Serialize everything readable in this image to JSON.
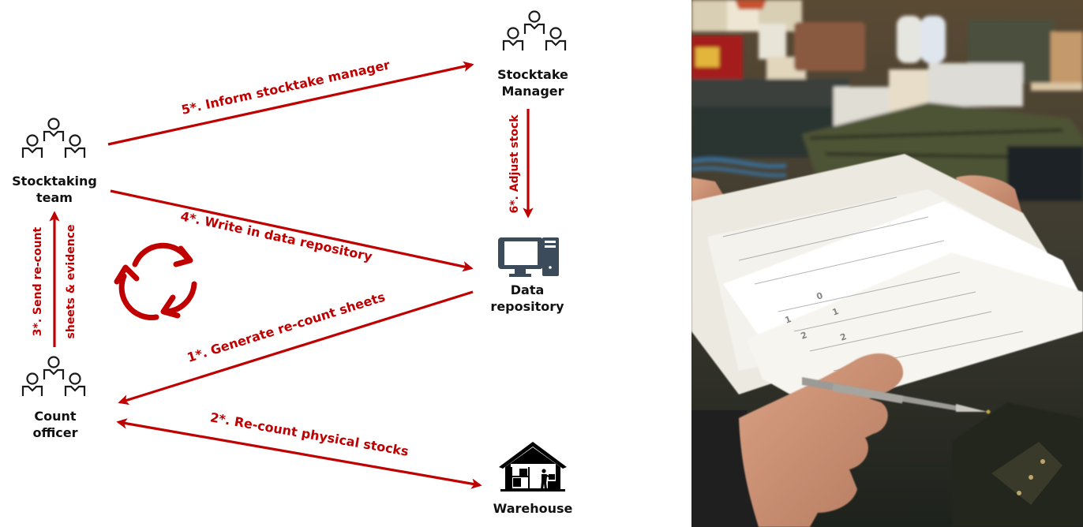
{
  "colors": {
    "accent": "#C00000",
    "icon_dark": "#1A1A1A",
    "icon_slate": "#3B4B5A",
    "label_text": "#111111",
    "background": "#FFFFFF"
  },
  "nodes": {
    "stocktaking_team": {
      "label": "Stocktaking\nteam",
      "icon": "people-group-icon"
    },
    "stocktake_manager": {
      "label": "Stocktake\nManager",
      "icon": "people-group-icon"
    },
    "data_repository": {
      "label": "Data\nrepository",
      "icon": "desktop-computer-icon"
    },
    "count_officer": {
      "label": "Count\nofficer",
      "icon": "people-group-icon"
    },
    "warehouse": {
      "label": "Warehouse",
      "icon": "warehouse-icon"
    }
  },
  "edges": [
    {
      "id": "step1",
      "label": "1*. Generate re-count sheets",
      "from": "data_repository",
      "to": "count_officer",
      "direction": "forward"
    },
    {
      "id": "step2",
      "label": "2*. Re-count physical stocks",
      "from": "count_officer",
      "to": "warehouse",
      "direction": "both"
    },
    {
      "id": "step3",
      "label_line1": "3*. Send re-count",
      "label_line2": "sheets & evidence",
      "from": "count_officer",
      "to": "stocktaking_team",
      "direction": "forward"
    },
    {
      "id": "step4",
      "label": "4*. Write in data repository",
      "from": "stocktaking_team",
      "to": "data_repository",
      "direction": "forward"
    },
    {
      "id": "step5",
      "label": "5*. Inform stocktake manager",
      "from": "stocktaking_team",
      "to": "stocktake_manager",
      "direction": "forward"
    },
    {
      "id": "step6",
      "label": "6*. Adjust stock",
      "from": "stocktake_manager",
      "to": "data_repository",
      "direction": "forward"
    }
  ],
  "cycle_icon": {
    "icon": "cycle-arrows-icon"
  },
  "photo": {
    "description": "Photo: hand holding pen over printed stock re-count sheets in a workshop"
  }
}
